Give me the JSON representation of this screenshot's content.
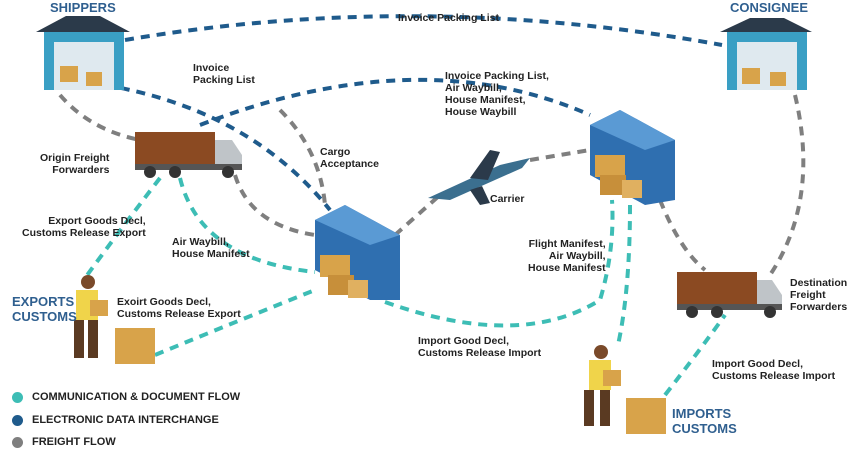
{
  "colors": {
    "communication": "#3dbdb5",
    "edi": "#1f5b8c",
    "freight": "#7f7f7f",
    "heading": "#2f5f8f"
  },
  "nodes": {
    "shippers": "SHIPPERS",
    "consignee": "CONSIGNEE",
    "origin_ff": "Origin Freight\nForwarders",
    "carrier": "Carrier",
    "cargo_acceptance": "Cargo\nAcceptance",
    "destination_ff": "Destination\nFreight\nForwarders",
    "exports_customs": "EXPORTS\nCUSTOMS",
    "imports_customs": "IMPORTS\nCUSTOMS"
  },
  "labels": {
    "invoice_top": "Invoice Packing List",
    "invoice_left": "Invoice\nPacking List",
    "invoice_multi": "Invoice Packing List,\nAir Waybill,\nHouse Manifest,\nHouse Waybill",
    "export_decl": "Export Goods Decl,\nCustoms Release Export",
    "air_waybill": "Air Waybill,\nHouse Manifest",
    "exoirt_decl": "Exoirt Goods Decl,\nCustoms Release Export",
    "flight_manifest": "Flight Manifest,\nAir Waybill,\nHouse Manifest",
    "import_center": "Import Good Decl,\nCustoms Release Import",
    "import_right": "Import Good Decl,\nCustoms Release Import"
  },
  "legend": [
    {
      "label": "COMMUNICATION & DOCUMENT FLOW",
      "color": "#3dbdb5"
    },
    {
      "label": "ELECTRONIC DATA INTERCHANGE",
      "color": "#1f5b8c"
    },
    {
      "label": "FREIGHT FLOW",
      "color": "#7f7f7f"
    }
  ]
}
